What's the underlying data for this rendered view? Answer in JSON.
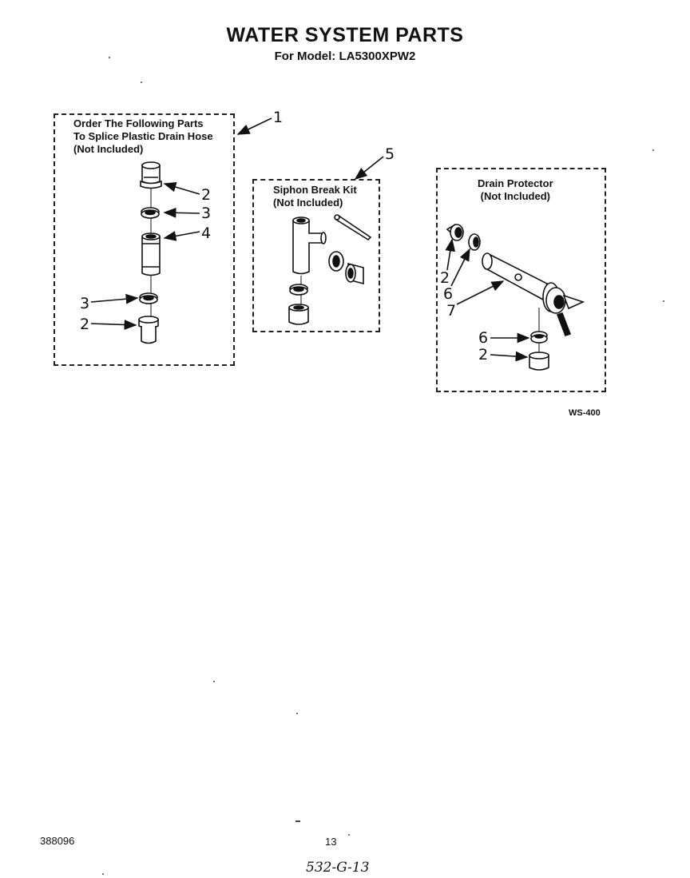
{
  "header": {
    "title": "WATER SYSTEM PARTS",
    "subtitle": "For Model: LA5300XPW2"
  },
  "groups": {
    "splice": {
      "label_lines": [
        "Order The Following Parts",
        "To Splice Plastic Drain Hose",
        "(Not Included)"
      ],
      "ref": "1",
      "callouts": [
        "2",
        "3",
        "4",
        "3",
        "2"
      ]
    },
    "siphon": {
      "label_lines": [
        "Siphon Break Kit",
        "(Not Included)"
      ],
      "ref": "5"
    },
    "drain": {
      "label_lines": [
        "Drain Protector",
        "(Not Included)"
      ],
      "callouts": [
        "2",
        "6",
        "7",
        "6",
        "2"
      ]
    }
  },
  "figure_code": "WS-400",
  "footer": {
    "doc_number": "388096",
    "page_number": "13",
    "handwritten": "532-G-13"
  }
}
